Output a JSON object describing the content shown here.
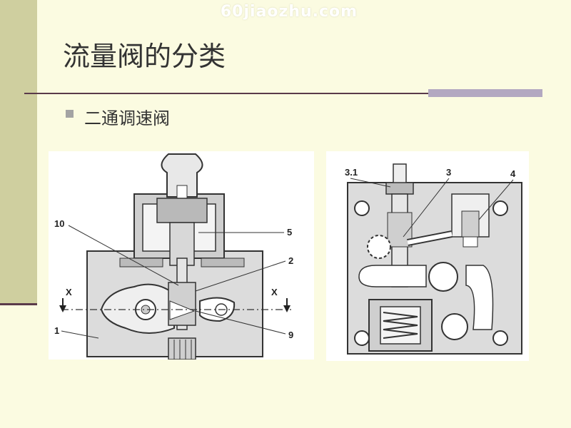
{
  "watermark": "60jiaozhu.com",
  "slide": {
    "title": "流量阀的分类",
    "bullet": "二通调速阀"
  },
  "figure_left": {
    "labels": {
      "l10": "10",
      "l5": "5",
      "l2": "2",
      "l1": "1",
      "l9": "9",
      "x_left": "X",
      "x_right": "X"
    }
  },
  "figure_right": {
    "labels": {
      "l31": "3.1",
      "l3": "3",
      "l4": "4"
    }
  },
  "colors": {
    "background": "#fbfbe1",
    "sidebar": "#cfcf9f",
    "rule": "#5a3a4a",
    "accent": "#b3a8c1"
  }
}
